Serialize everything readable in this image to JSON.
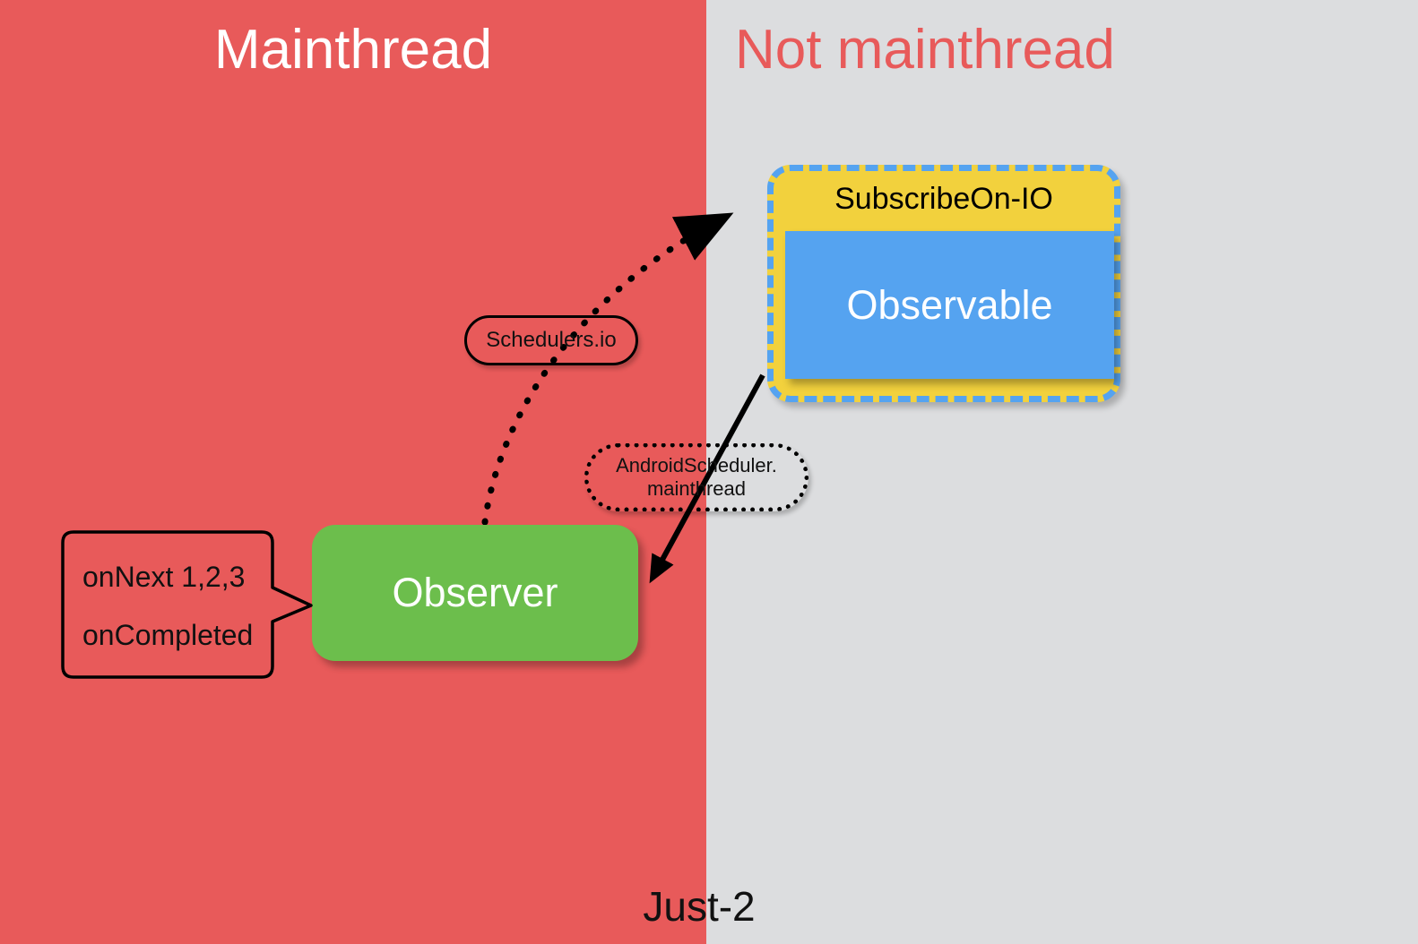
{
  "diagram": {
    "caption": "Just-2",
    "panels": [
      {
        "id": "mainthread",
        "title": "Mainthread",
        "bg": "#e85a5a",
        "text_color": "#ffffff"
      },
      {
        "id": "not-mainthread",
        "title": "Not mainthread",
        "bg": "#dcdddf",
        "text_color": "#e85a5a"
      }
    ],
    "nodes": {
      "subscribe_on": {
        "label": "SubscribeOn-IO",
        "fill": "#f2d13d",
        "border": "#55a3f0",
        "border_style": "dashed"
      },
      "observable": {
        "label": "Observable",
        "fill": "#55a3f0",
        "text_color": "#ffffff"
      },
      "observer": {
        "label": "Observer",
        "fill": "#6cbe4c",
        "text_color": "#ffffff"
      }
    },
    "annotations": {
      "schedulers_io": {
        "label": "Schedulers.io",
        "border_style": "solid"
      },
      "android_scheduler": {
        "line1": "AndroidScheduler.",
        "line2": "mainthread",
        "border_style": "dotted"
      }
    },
    "callout": {
      "line1": "onNext  1,2,3",
      "line2": "onCompleted"
    },
    "arrows": [
      {
        "name": "subscribe-arrow",
        "style": "dotted",
        "from": "observer",
        "to": "subscribe-on"
      },
      {
        "name": "observe-arrow",
        "style": "solid",
        "from": "observable",
        "to": "observer"
      }
    ]
  }
}
